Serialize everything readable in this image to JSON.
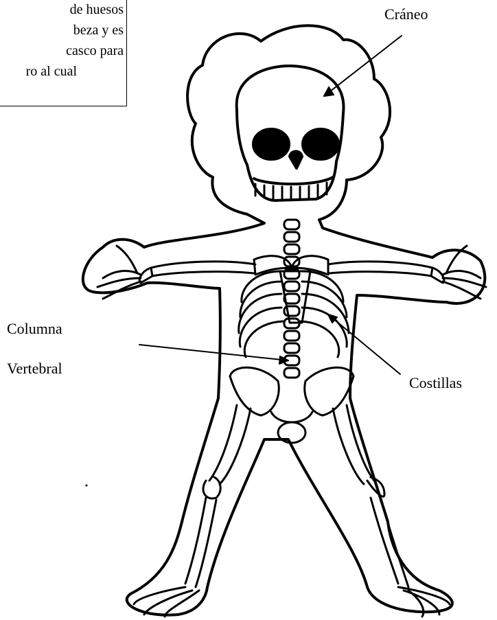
{
  "info_box": {
    "lines": [
      "de huesos",
      "beza y es",
      "casco para",
      "ro al cual"
    ]
  },
  "labels": {
    "craneo": "Cráneo",
    "columna_1": "Columna",
    "columna_2": "Vertebral",
    "costillas": "Costillas"
  },
  "colors": {
    "ink": "#000000",
    "background": "#ffffff"
  }
}
